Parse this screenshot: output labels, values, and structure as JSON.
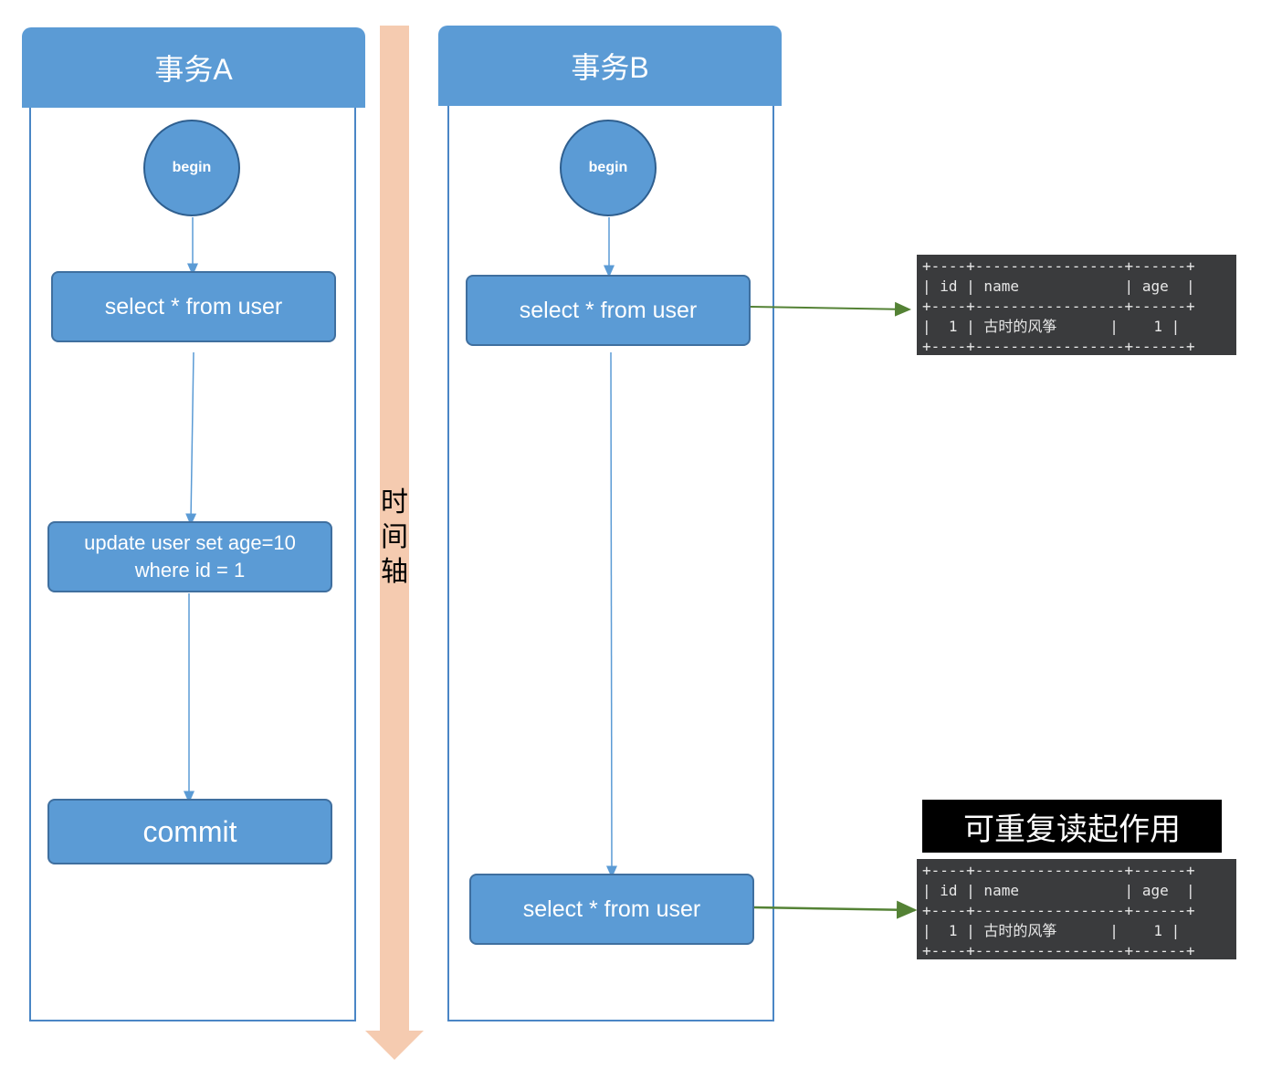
{
  "colors": {
    "lane_fill": "#5b9bd5",
    "lane_border": "#4a86c5",
    "time_axis": "#f5cbb0",
    "flow_line": "#5b9bd5",
    "result_arrow": "#548235",
    "terminal_bg": "#3a3b3d",
    "badge_bg": "#000000"
  },
  "lane_a": {
    "title": "事务A",
    "begin": "begin",
    "select": "select * from user",
    "update_line1": "update user set age=10",
    "update_line2": "where id = 1",
    "commit": "commit"
  },
  "lane_b": {
    "title": "事务B",
    "begin": "begin",
    "select_first": "select * from user",
    "select_second": "select * from user"
  },
  "time_axis": {
    "label_chars": [
      "时",
      "间",
      "轴"
    ]
  },
  "result_table_1": {
    "lines": [
      "+----+-----------------+------+",
      "| id | name            | age  |",
      "+----+-----------------+------+",
      "|  1 | 古时的风筝      |    1 |",
      "+----+-----------------+------+"
    ]
  },
  "result_table_2": {
    "lines": [
      "+----+-----------------+------+",
      "| id | name            | age  |",
      "+----+-----------------+------+",
      "|  1 | 古时的风筝      |    1 |",
      "+----+-----------------+------+"
    ]
  },
  "badge": {
    "text": "可重复读起作用"
  }
}
